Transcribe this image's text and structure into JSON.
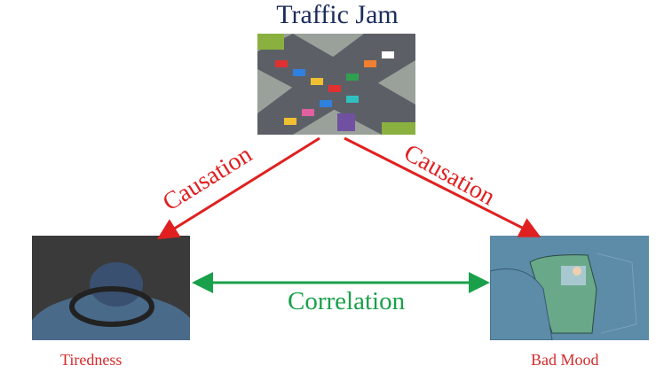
{
  "title": "Traffic Jam",
  "nodes": {
    "left": "Tiredness",
    "right": "Bad Mood"
  },
  "edges": {
    "causation_left": "Causation",
    "causation_right": "Causation",
    "correlation": "Correlation"
  },
  "colors": {
    "title": "#1b2c5c",
    "causation": "#e02020",
    "correlation": "#1aa04a",
    "node_label": "#d42a2a"
  }
}
